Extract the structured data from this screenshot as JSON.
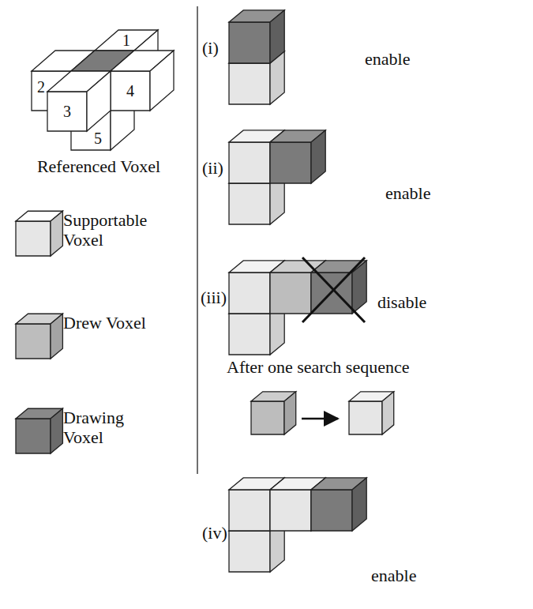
{
  "diagram": {
    "labels": [
      "1",
      "2",
      "3",
      "4",
      "5",
      "Referenced Voxel",
      "(i)",
      "enable",
      "(ii)",
      "enable",
      "(iii)",
      "disable",
      "After one search sequence",
      "(iv)",
      "enable"
    ],
    "legend": [
      {
        "text": "Supportable Voxel",
        "color": "#e6e6e6"
      },
      {
        "text": "Drew Voxel",
        "color": "#bdbdbd"
      },
      {
        "text": "Drawing Voxel",
        "color": "#7b7b7b"
      }
    ]
  }
}
